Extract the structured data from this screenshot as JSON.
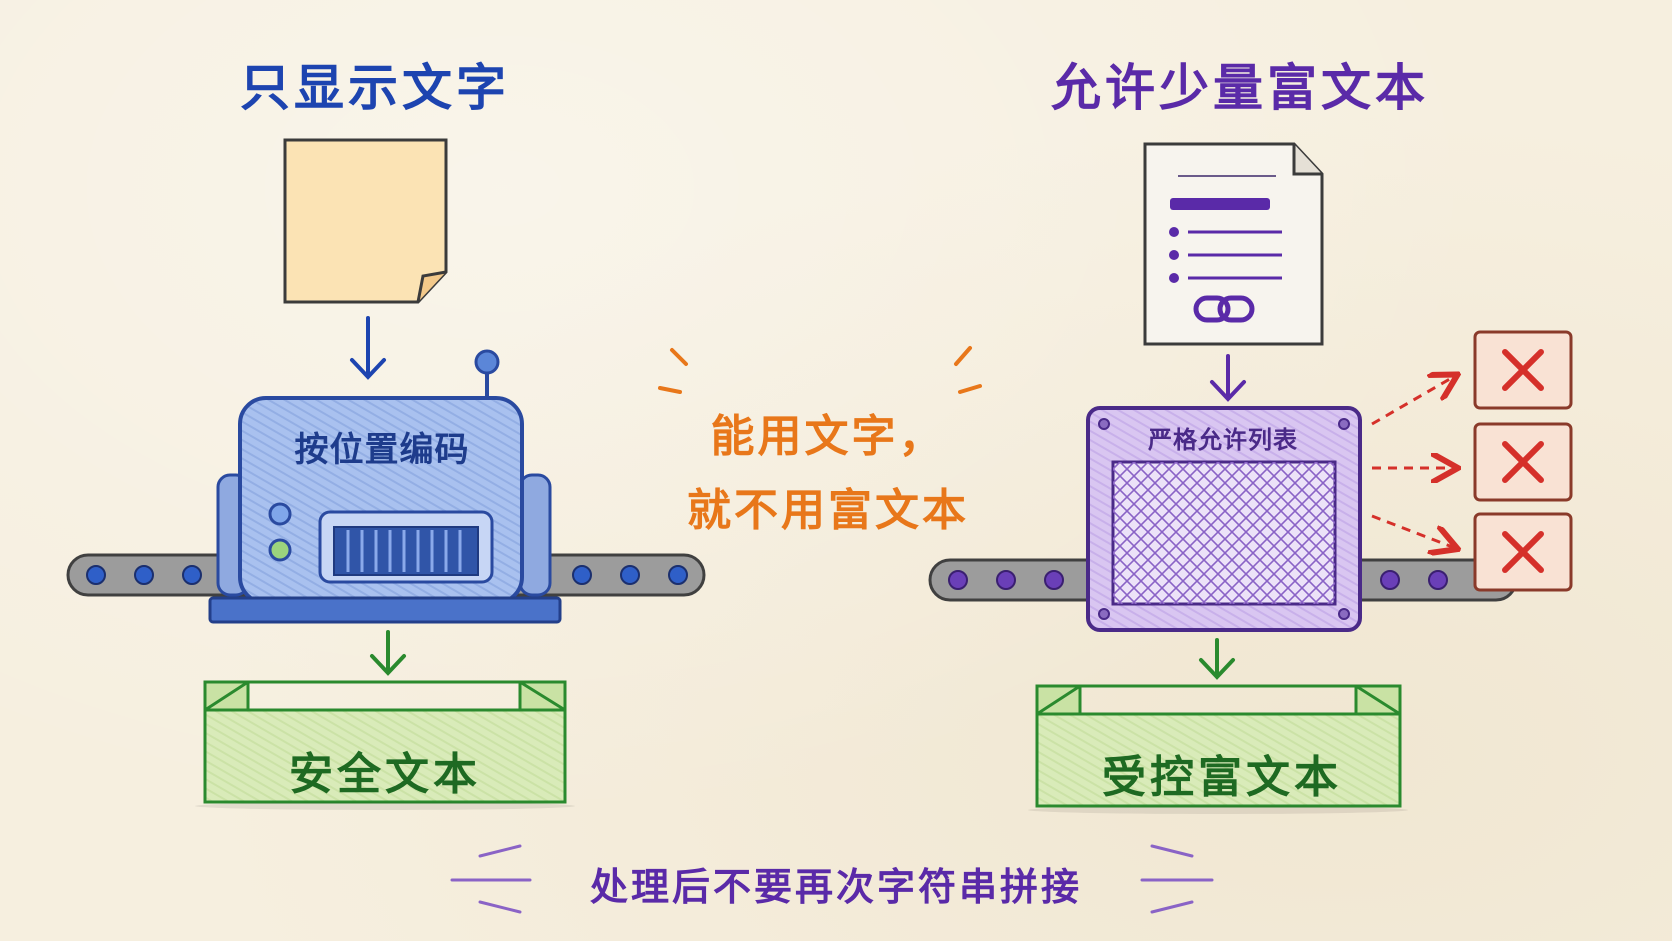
{
  "left_panel": {
    "title": "只显示文字",
    "machine_label": "按位置编码",
    "output_label": "安全文本"
  },
  "right_panel": {
    "title": "允许少量富文本",
    "machine_label": "严格允许列表",
    "output_label": "受控富文本",
    "rejected_outputs": [
      "x-mark-icon",
      "x-mark-icon",
      "x-mark-icon"
    ]
  },
  "middle_note": {
    "line1": "能用文字，",
    "line2": "就不用富文本"
  },
  "footer_note": "处理后不要再次字符串拼接",
  "colors": {
    "background": "#f6efdf",
    "left_title": "#1d44b0",
    "right_title": "#5a2aa8",
    "machine_blue": "#9db8ea",
    "machine_purple": "#cdb8ea",
    "output_green": "#d4e8b2",
    "note_orange": "#e8771a",
    "reject_red": "#d5302a"
  },
  "icons": {
    "plain_document": "plain-document-icon",
    "rich_document": "rich-document-icon",
    "link": "link-icon"
  }
}
